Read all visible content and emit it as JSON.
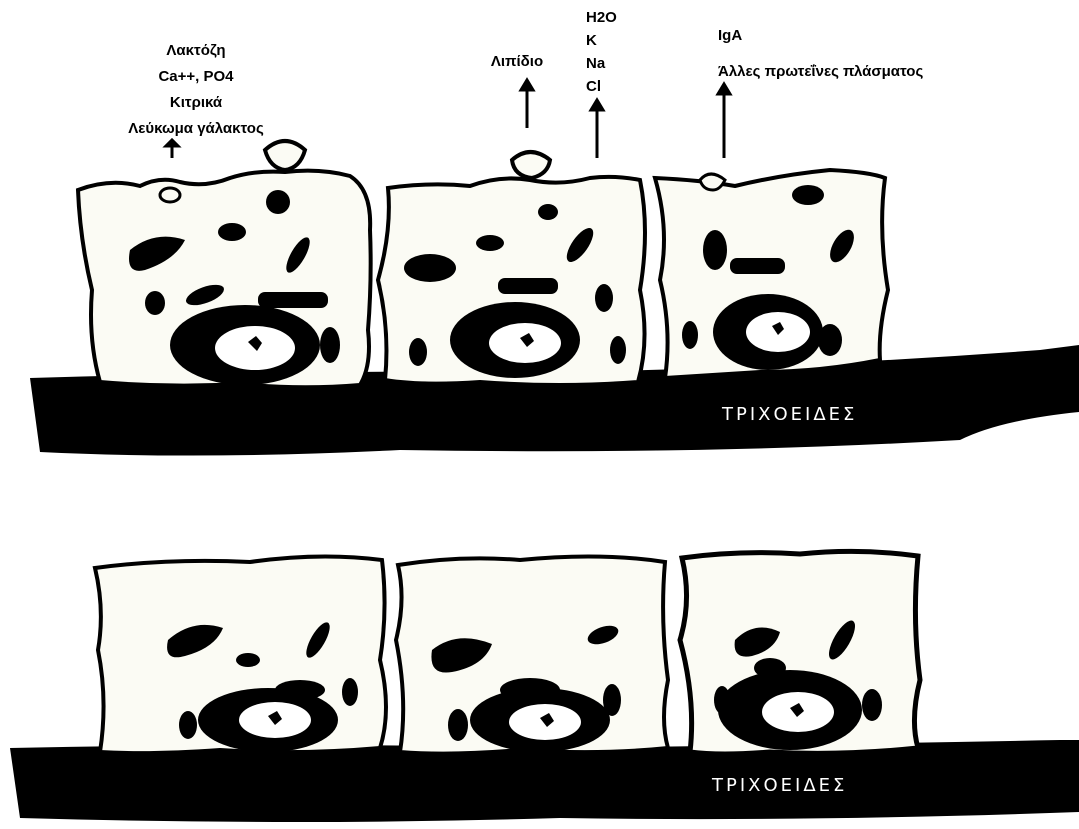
{
  "top_panel": {
    "labels_left": [
      "Λακτόζη",
      "Ca++, PO4",
      "Κιτρικά",
      "Λεύκωμα γάλακτος"
    ],
    "label_lipid": "Λιπίδιο",
    "labels_mid": [
      "H2O",
      "K",
      "Na",
      "Cl"
    ],
    "labels_right": [
      "IgA",
      "Άλλες πρωτεΐνες πλάσματος"
    ],
    "capillary_label": "ΤΡΙΧΟΕΙΔΕΣ"
  },
  "bottom_panel": {
    "capillary_label": "ΤΡΙΧΟΕΙΔΕΣ"
  },
  "colors": {
    "ink": "#000000",
    "paper": "#ffffff",
    "cell_fill": "#fbfbf4"
  }
}
